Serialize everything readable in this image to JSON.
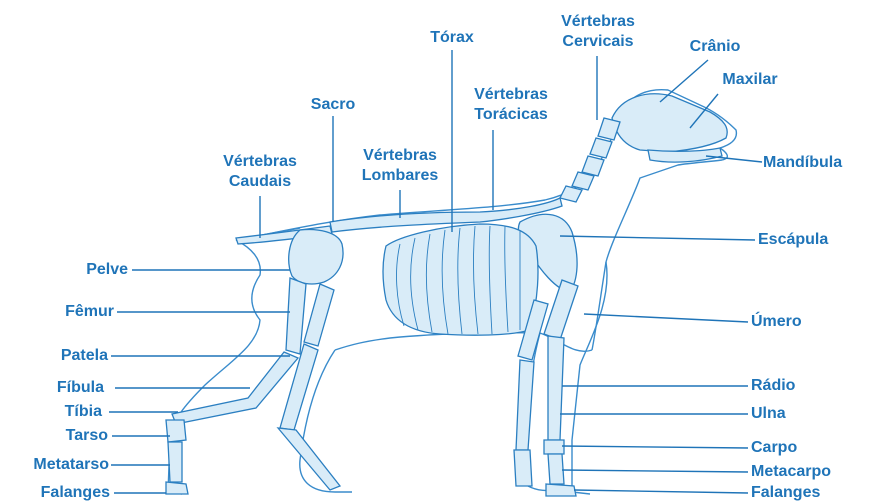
{
  "colors": {
    "label": "#1f74b8",
    "bone_fill": "#d9ecf8",
    "bone_stroke": "#2b7fc1",
    "outline": "#3a8ccc",
    "leader": "#1f74b8"
  },
  "labels": {
    "torax": "Tórax",
    "vertebras_cervicais_1": "Vértebras",
    "vertebras_cervicais_2": "Cervicais",
    "cranio": "Crânio",
    "maxilar": "Maxilar",
    "mandibula": "Mandíbula",
    "vertebras_toracicas_1": "Vértebras",
    "vertebras_toracicas_2": "Torácicas",
    "sacro": "Sacro",
    "vertebras_lombares_1": "Vértebras",
    "vertebras_lombares_2": "Lombares",
    "vertebras_caudais_1": "Vértebras",
    "vertebras_caudais_2": "Caudais",
    "escapula": "Escápula",
    "pelve": "Pelve",
    "femur": "Fêmur",
    "patela": "Patela",
    "fibula": "Fíbula",
    "tibia": "Tíbia",
    "tarso": "Tarso",
    "metatarso": "Metatarso",
    "falanges_posterior": "Falanges",
    "umero": "Úmero",
    "radio": "Rádio",
    "ulna": "Ulna",
    "carpo": "Carpo",
    "metacarpo": "Metacarpo",
    "falanges_anterior": "Falanges"
  }
}
